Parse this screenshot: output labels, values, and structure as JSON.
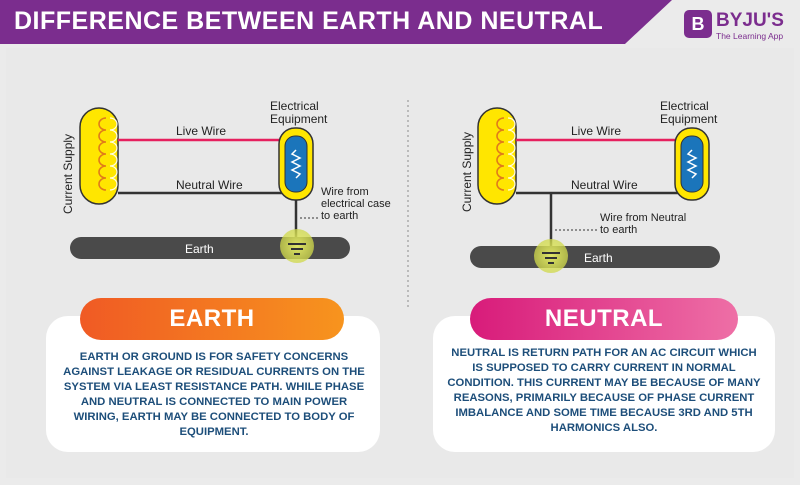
{
  "header": {
    "title": "DIFFERENCE BETWEEN EARTH AND NEUTRAL",
    "brand_letter": "B",
    "brand_name": "BYJU'S",
    "brand_tagline": "The Learning App"
  },
  "earth_diagram": {
    "supply_label": "Current Supply",
    "live_wire_label": "Live Wire",
    "neutral_wire_label": "Neutral Wire",
    "equipment_label_line1": "Electrical",
    "equipment_label_line2": "Equipment",
    "connection_label": "Wire from electrical case to earth",
    "ground_label": "Earth"
  },
  "neutral_diagram": {
    "supply_label": "Current Supply",
    "live_wire_label": "Live Wire",
    "neutral_wire_label": "Neutral Wire",
    "equipment_label_line1": "Electrical",
    "equipment_label_line2": "Equipment",
    "connection_label": "Wire from Neutral to earth",
    "ground_label": "Earth"
  },
  "earth_card": {
    "heading": "EARTH",
    "text": "EARTH OR GROUND IS FOR SAFETY CONCERNS AGAINST LEAKAGE OR RESIDUAL CURRENTS ON THE SYSTEM VIA LEAST RESISTANCE PATH. WHILE PHASE AND NEUTRAL IS CONNECTED TO MAIN POWER WIRING, EARTH MAY BE CONNECTED TO BODY OF EQUIPMENT."
  },
  "neutral_card": {
    "heading": "NEUTRAL",
    "text": "NEUTRAL IS RETURN PATH FOR AN AC CIRCUIT WHICH IS SUPPOSED TO CARRY CURRENT IN NORMAL CONDITION. THIS CURRENT MAY BE BECAUSE OF MANY REASONS, PRIMARILY BECAUSE OF PHASE CURRENT IMBALANCE AND SOME TIME BECAUSE 3RD AND 5TH HARMONICS ALSO."
  },
  "colors": {
    "brand_purple": "#7b2d8e",
    "supply_yellow": "#ffe600",
    "coil_orange": "#e07b1a",
    "live_wire": "#e6205e",
    "neutral_wire": "#333333",
    "equipment_blue": "#1b75bb",
    "ground_gray": "#4a4a4a",
    "ground_glow": "#d6e04a",
    "earth_accent": "#f26522",
    "neutral_accent": "#e0307f",
    "card_text": "#1d4e7a"
  }
}
